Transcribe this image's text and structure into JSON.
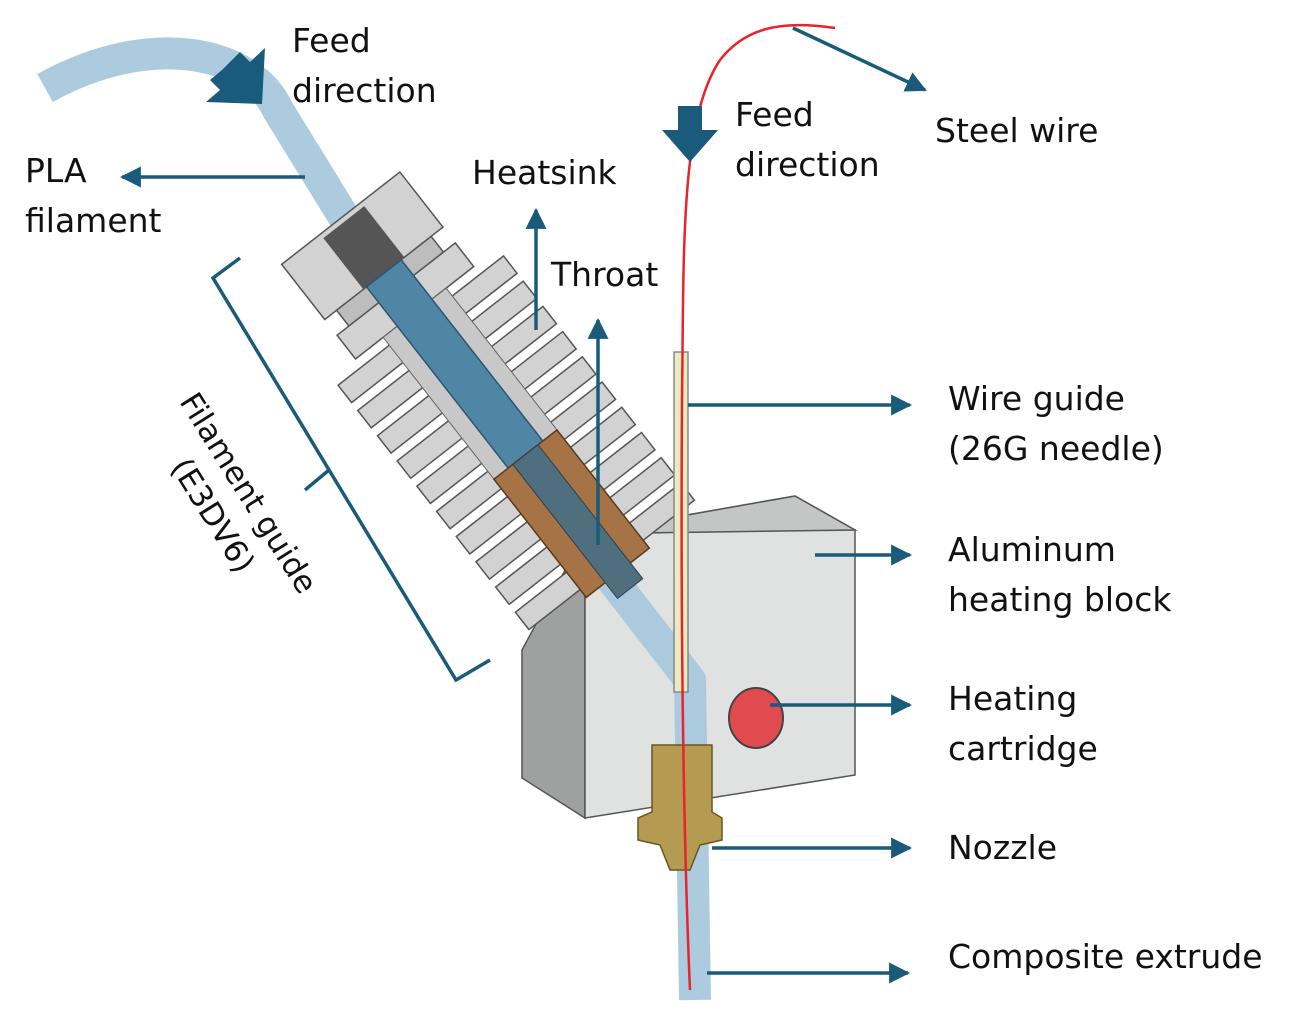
{
  "labels": {
    "feed_direction_left": [
      "Feed",
      "direction"
    ],
    "feed_direction_right": [
      "Feed",
      "direction"
    ],
    "steel_wire": "Steel wire",
    "pla_filament": [
      "PLA",
      "filament"
    ],
    "heatsink": "Heatsink",
    "throat": "Throat",
    "filament_guide": [
      "Filament guide",
      "(E3DV6)"
    ],
    "wire_guide": [
      "Wire guide",
      "(26G needle)"
    ],
    "aluminum_heating_block": [
      "Aluminum",
      "heating block"
    ],
    "heating_cartridge": [
      "Heating",
      "cartridge"
    ],
    "nozzle": "Nozzle",
    "composite_extrude": "Composite extrude"
  },
  "colors": {
    "arrow": "#1a5a7a",
    "filament": "#a9c8dc",
    "heatsink": "#d2d2d2",
    "heater_block": "#e0e2e2",
    "throat_brown": "#a67346",
    "nozzle_brass": "#b59a52",
    "wire_red": "#e8232b",
    "cartridge_red": "#e14b50",
    "needle": "#e8ecc0"
  }
}
